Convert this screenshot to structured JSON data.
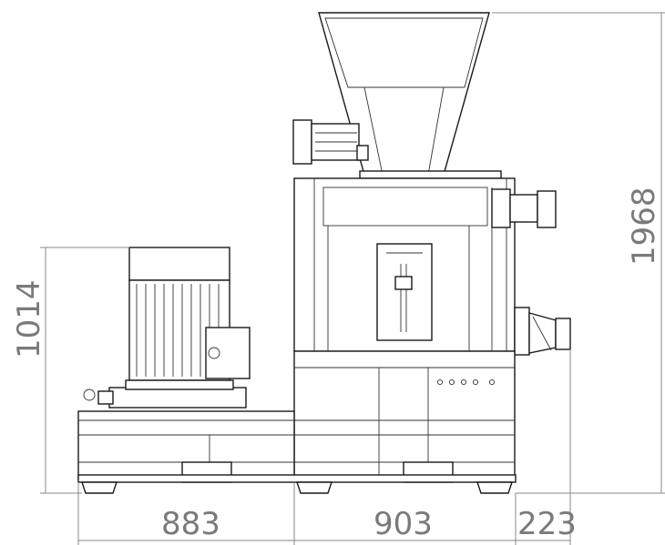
{
  "dimensions": {
    "height_total": "1968",
    "height_motor_side": "1014",
    "width_motor_base": "883",
    "width_machine_body": "903",
    "width_outlet": "223"
  },
  "colors": {
    "line": "#1a1a1a",
    "dimension_line": "#8a8a8a",
    "dimension_text": "#7a7a7a",
    "background": "#ffffff"
  }
}
